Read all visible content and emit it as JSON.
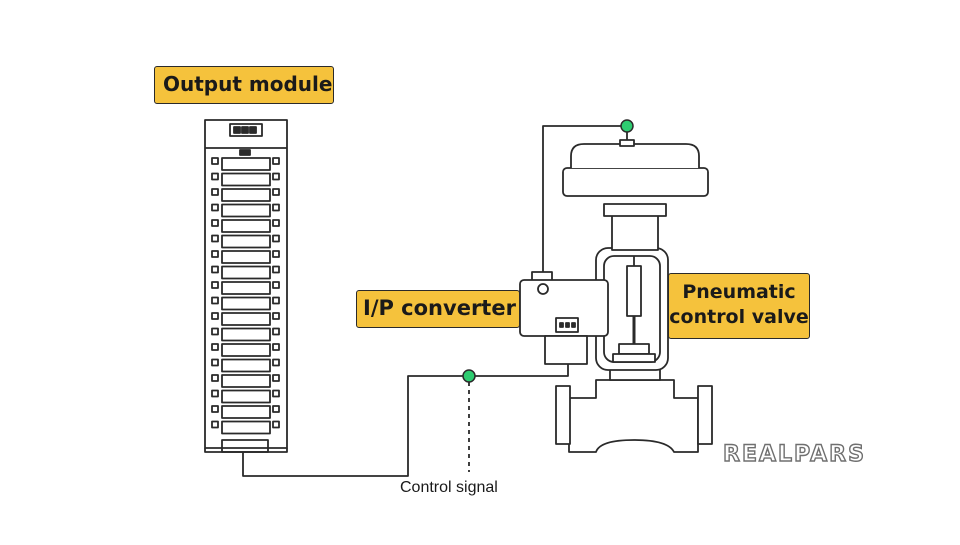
{
  "labels": {
    "output_module": "Output module",
    "ip_converter": "I/P converter",
    "pneumatic_valve_line1": "Pneumatic",
    "pneumatic_valve_line2": "control valve",
    "control_signal": "Control signal"
  },
  "brand": {
    "logo_text": "REALPARS"
  },
  "colors": {
    "label_fill": "#f5c23c",
    "line": "#2a2a2a",
    "connector_dot": "#2ecc71",
    "equipment_fill": "#ffffff",
    "logo_gray": "#6f6f6f"
  }
}
